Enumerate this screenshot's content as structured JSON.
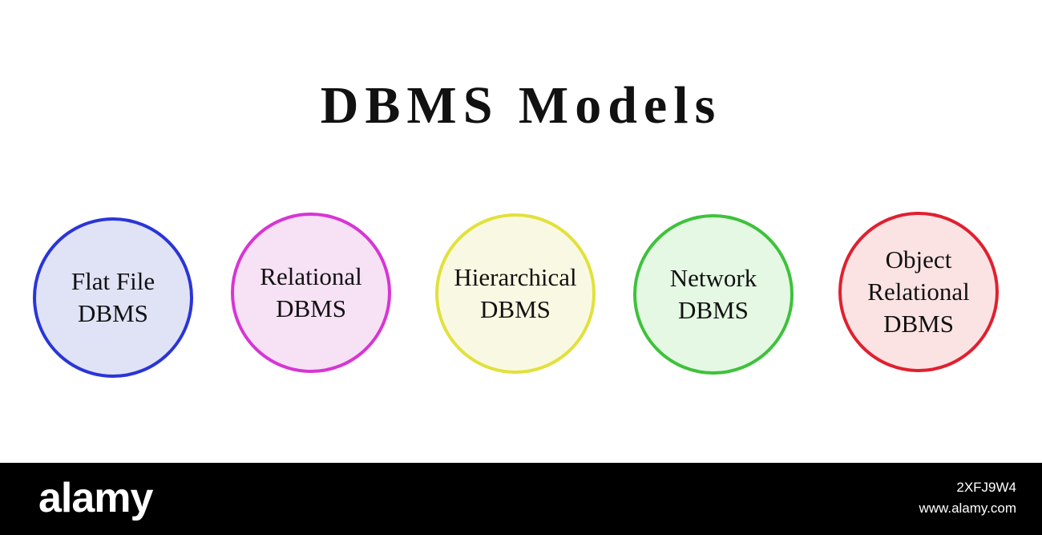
{
  "title": "DBMS Models",
  "models": [
    {
      "label": "Flat File\nDBMS",
      "border_color": "#2a35d6",
      "fill_color": "#e0e3f6"
    },
    {
      "label": "Relational\nDBMS",
      "border_color": "#d735d4",
      "fill_color": "#f7e1f5"
    },
    {
      "label": "Hierarchical\nDBMS",
      "border_color": "#e1e13c",
      "fill_color": "#f9f9e3"
    },
    {
      "label": "Network\nDBMS",
      "border_color": "#3ec23c",
      "fill_color": "#e5f8e3"
    },
    {
      "label": "Object\nRelational\nDBMS",
      "border_color": "#e0202f",
      "fill_color": "#fbe3e4"
    }
  ],
  "footer": {
    "brand": "alamy",
    "image_id": "2XFJ9W4",
    "site": "www.alamy.com"
  }
}
